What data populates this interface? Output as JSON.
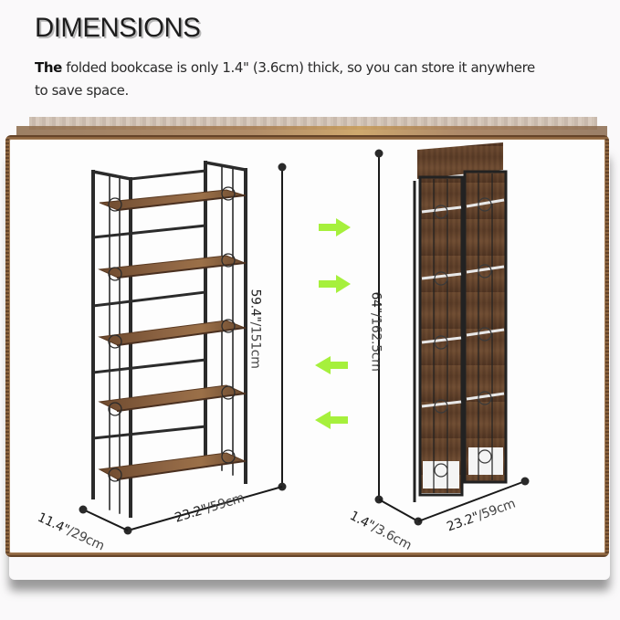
{
  "header": {
    "title": "DIMENSIONS",
    "description_bold": "The",
    "description_rest": " folded bookcase is only 1.4\" (3.6cm) thick, so you can store it anywhere to save space."
  },
  "unfolded_bookcase": {
    "shelves": 5,
    "height": {
      "in": "59.4\"",
      "cm": "/151cm"
    },
    "width": {
      "in": "23.2\"",
      "cm": "/59cm"
    },
    "depth": {
      "in": "11.4\"",
      "cm": "/29cm"
    }
  },
  "folded_bookcase": {
    "height": {
      "in": "64\"",
      "cm": "/162.5cm"
    },
    "width": {
      "in": "23.2\"",
      "cm": "/59cm"
    },
    "depth": {
      "in": "1.4\"",
      "cm": "/3.6cm"
    }
  },
  "arrows": [
    {
      "direction": "right",
      "color": "#a6f03c"
    },
    {
      "direction": "right",
      "color": "#a6f03c"
    },
    {
      "direction": "left",
      "color": "#a6f03c"
    },
    {
      "direction": "left",
      "color": "#a6f03c"
    }
  ],
  "colors": {
    "wood": "#7b5638",
    "shelf": "#8a6242",
    "metal": "#2e2e2e",
    "arrow": "#a6f03c",
    "dim_line": "#1a1a1a"
  }
}
